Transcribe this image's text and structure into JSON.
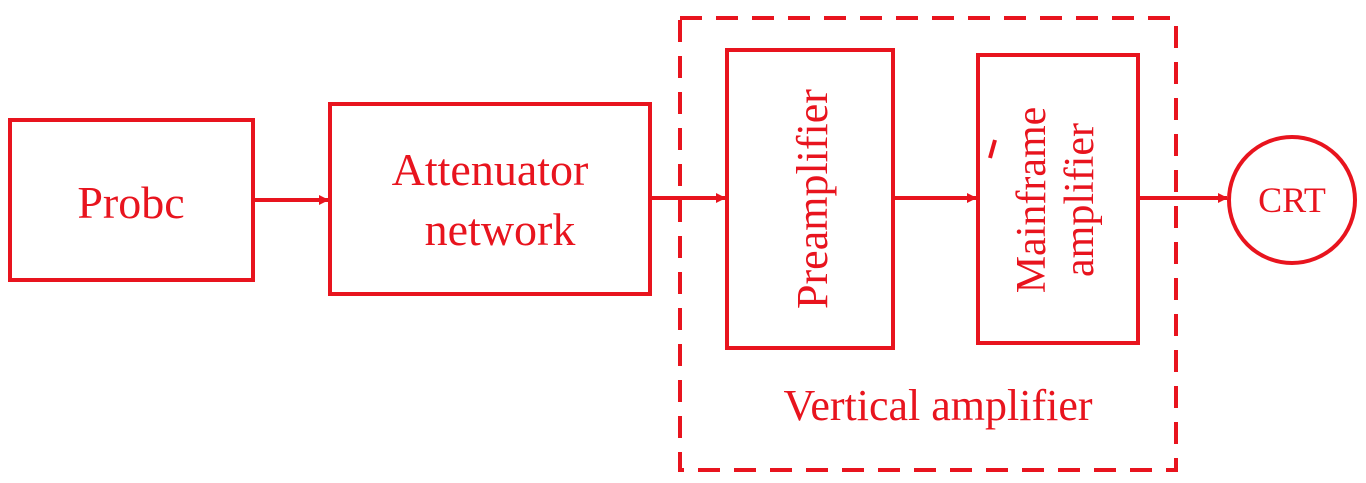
{
  "colors": {
    "ink": "#e8141e",
    "background": "#ffffff"
  },
  "blocks": {
    "probe": "Probc",
    "attenuator_line1": "Attenuator",
    "attenuator_line2": "network",
    "preamplifier": "Preamplifier",
    "mainframe_line1": "Mainframe",
    "mainframe_line2": "amplifier",
    "crt": "CRT"
  },
  "group": {
    "label": "Vertical amplifier"
  }
}
